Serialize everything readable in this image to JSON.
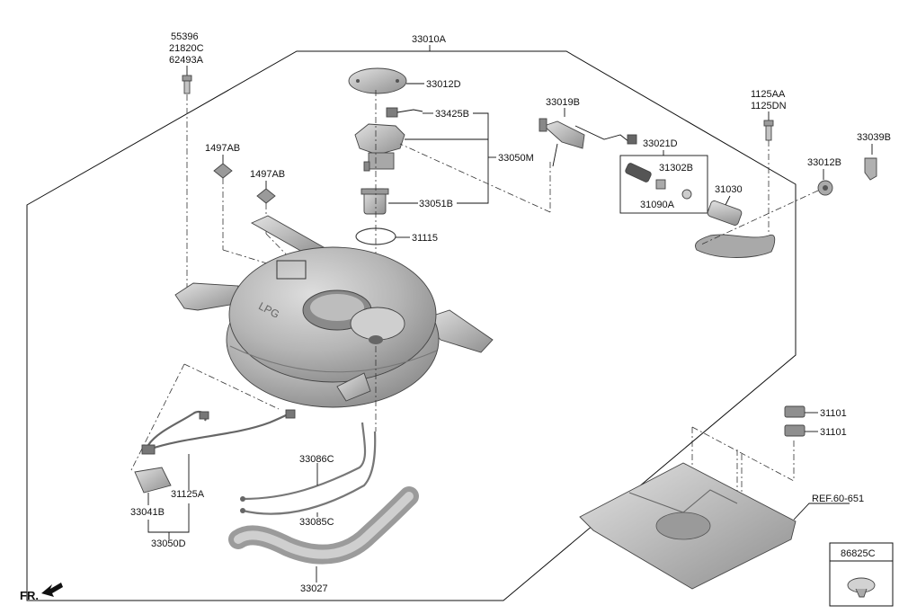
{
  "labels": {
    "p33010A": "33010A",
    "p55396": "55396",
    "p21820C": "21820C",
    "p62493A": "62493A",
    "p33012D": "33012D",
    "p33425B": "33425B",
    "p33050M": "33050M",
    "p33051B": "33051B",
    "p31115": "31115",
    "p1497AB_a": "1497AB",
    "p1497AB_b": "1497AB",
    "p33019B": "33019B",
    "p33021D": "33021D",
    "p31302B": "31302B",
    "p31090A": "31090A",
    "p31030": "31030",
    "p1125AA": "1125AA",
    "p1125DN": "1125DN",
    "p33012B": "33012B",
    "p33039B": "33039B",
    "p33086C": "33086C",
    "p33085C": "33085C",
    "p33027": "33027",
    "p31125A": "31125A",
    "p33041B": "33041B",
    "p33050D": "33050D",
    "p31101_a": "31101",
    "p31101_b": "31101",
    "pREF": "REF.60-651",
    "p86825C": "86825C",
    "fr": "FR.",
    "tank_marking": "LPG"
  },
  "colors": {
    "line": "#111111",
    "part_fill": "#bdbdbd",
    "part_dark": "#8a8a8a",
    "background": "#ffffff"
  }
}
